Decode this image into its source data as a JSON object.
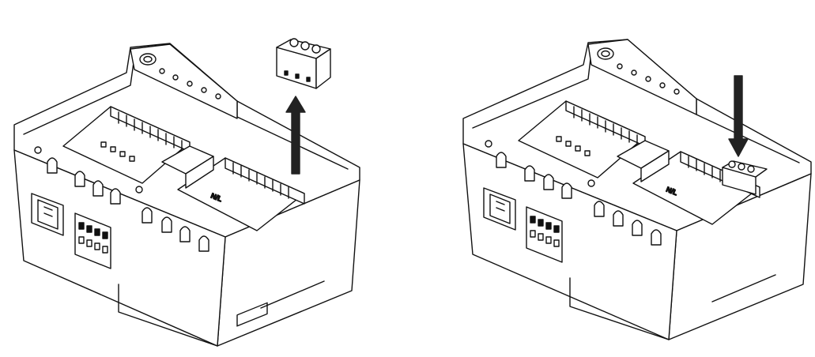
{
  "figure": {
    "left_step": {
      "action": "remove",
      "arrow_direction": "up"
    },
    "right_step": {
      "action": "insert",
      "arrow_direction": "down"
    },
    "terminal_label": "N/L",
    "stroke_color": "#111111",
    "fill_color": "#ffffff",
    "arrow_color": "#222222"
  }
}
